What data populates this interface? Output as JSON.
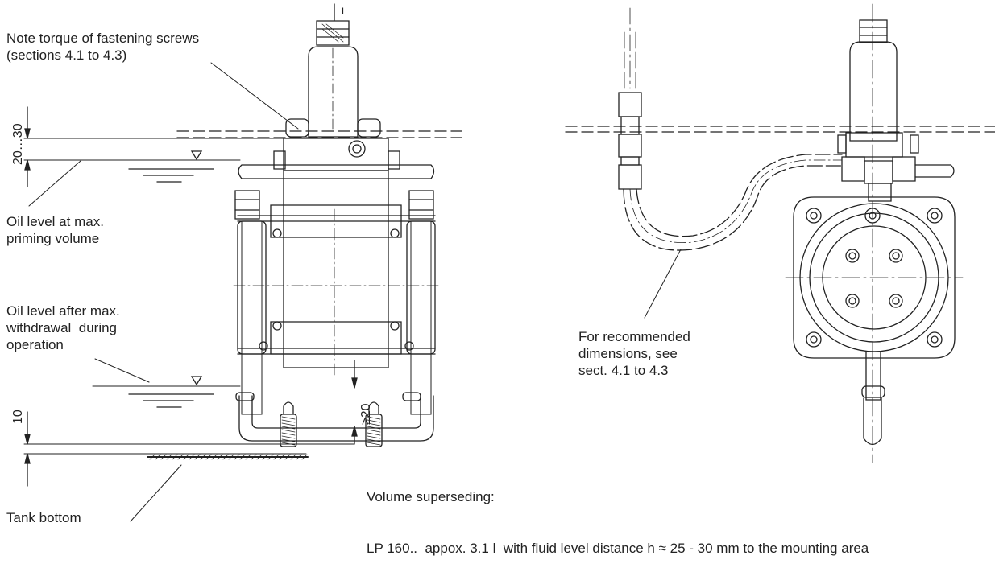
{
  "annotations": {
    "torque_note": "Note torque of fastening screws\n(sections 4.1 to 4.3)",
    "oil_max_priming": "Oil level at max.\npriming volume",
    "oil_after_withdrawal": "Oil level after max.\nwithdrawal  during\noperation",
    "tank_bottom": "Tank bottom",
    "recommended_dims": "For recommended\ndimensions, see\nsect. 4.1 to 4.3",
    "volume_heading": "Volume superseding:",
    "volume_line": "LP 160..  appox. 3.1 l  with fluid level distance h ≈ 25 - 30 mm to the mounting area"
  },
  "dimensions": {
    "range_20_30": "20…30",
    "ten": "10",
    "min20": "≥20",
    "line_label": "L"
  }
}
